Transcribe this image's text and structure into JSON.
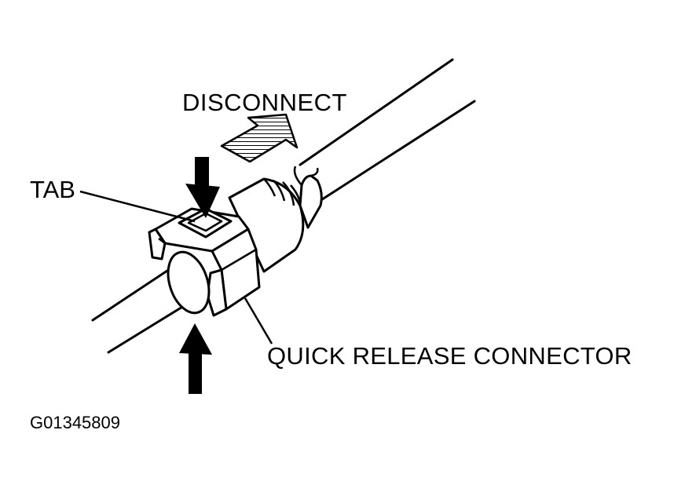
{
  "labels": {
    "disconnect": "DISCONNECT",
    "tab": "TAB",
    "connector": "QUICK RELEASE CONNECTOR",
    "figure_id": "G01345809"
  },
  "colors": {
    "ink": "#000000",
    "paper": "#ffffff"
  }
}
